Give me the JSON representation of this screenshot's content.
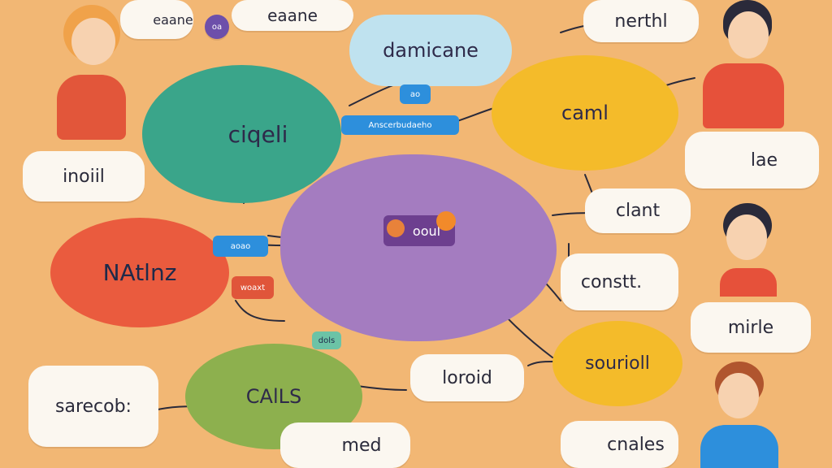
{
  "nodes": {
    "teal": "ciqeli",
    "center": "ooul",
    "red": "NAtlnz",
    "green": "CAlLS",
    "yellow_top": "caml",
    "yellow_bottom": "sourioll",
    "top_blue": "damicane"
  },
  "bubbles": {
    "top_left": "eaane",
    "top_small": "oa",
    "left": "inoiil",
    "bottom_left": "sarecob:",
    "bottom_mid": "med",
    "center_bottom": "loroid",
    "right_top": "nerthl",
    "right_lae": "lae",
    "right_clant": "clant",
    "right_const": "constt.",
    "right_mirle": "mirle",
    "bottom_right": "cnales"
  },
  "chips": {
    "blue_long": "Anscerbudaeho",
    "blue_small": "ao",
    "blue_left": "aoao",
    "red_small": "woaxt",
    "blue_dots": "dols"
  },
  "colors": {
    "background": "#f2b774",
    "teal": "#3aa58a",
    "purple": "#a47cc0",
    "red": "#ea5b3e",
    "green": "#8db04e",
    "yellow": "#f4bb2a",
    "light_blue": "#bfe2ef",
    "chip_blue": "#2d8fdc"
  },
  "icons": [
    "person-icon",
    "orange-blob-icon",
    "pencil-icon"
  ]
}
